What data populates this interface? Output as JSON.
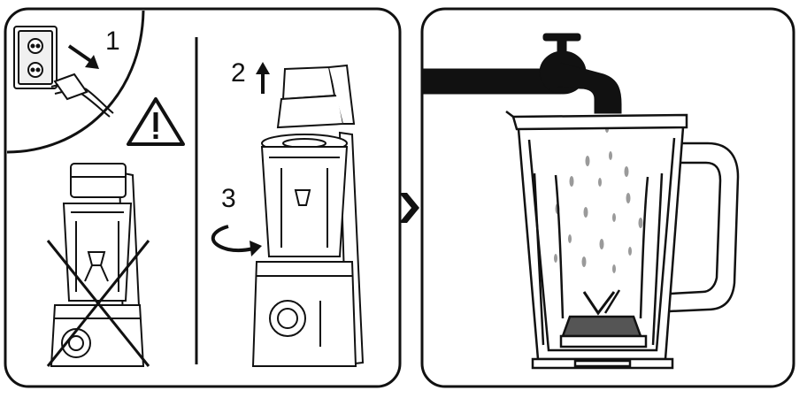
{
  "steps": {
    "step1_label": "1",
    "step2_label": "2",
    "step3_label": "3"
  },
  "icons": {
    "warning": "warning-triangle-icon",
    "next": "chevron-right-icon"
  },
  "colors": {
    "line": "#111111",
    "panel_bg": "#ffffff",
    "water": "#9a9a9a",
    "tap": "#111111"
  }
}
